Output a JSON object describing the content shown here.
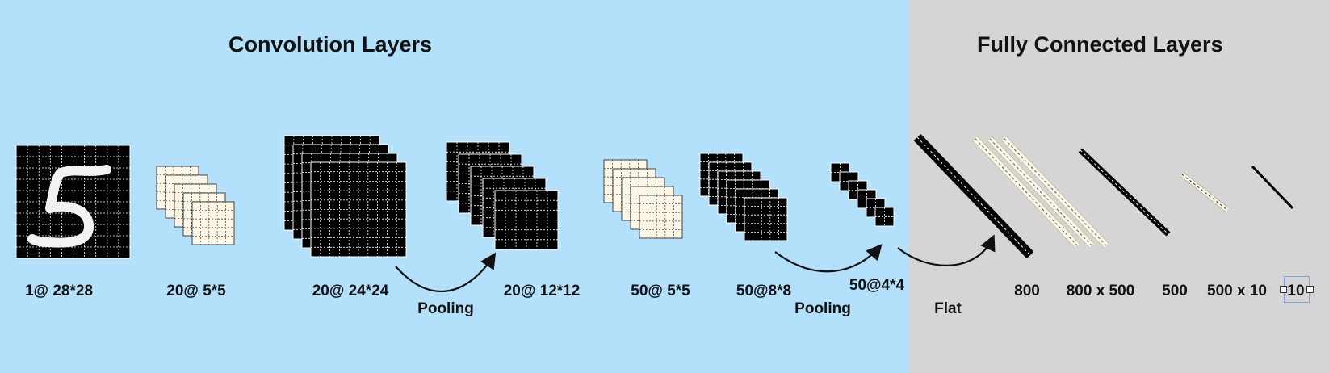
{
  "colors": {
    "conv_bg": "#b3e0fb",
    "fc_bg": "#d5d5d5",
    "feature_map": "#000000",
    "kernel": "#fbf6e6",
    "grid_on_dark": "#ffffff",
    "grid_on_light": "#555555"
  },
  "sections": {
    "conv_title": "Convolution Layers",
    "fc_title": "Fully Connected Layers"
  },
  "layers": [
    {
      "label": "1@ 28*28"
    },
    {
      "label": "20@ 5*5"
    },
    {
      "label": "20@ 24*24"
    },
    {
      "label": "20@ 12*12"
    },
    {
      "label": "50@ 5*5"
    },
    {
      "label": "50@8*8"
    },
    {
      "label": "50@4*4"
    },
    {
      "label": "800"
    },
    {
      "label": "800 x 500"
    },
    {
      "label": "500"
    },
    {
      "label": "500 x 10"
    },
    {
      "label": "10"
    }
  ],
  "operations": {
    "pool1": "Pooling",
    "pool2": "Pooling",
    "flat": "Flat"
  }
}
